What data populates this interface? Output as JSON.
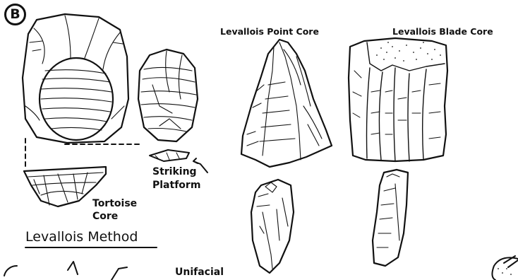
{
  "figure": {
    "panel_letter": "B",
    "labels": {
      "point_core": "Levallois Point Core",
      "blade_core": "Levallois Blade Core",
      "striking": "Striking",
      "platform": "Platform",
      "tortoise": "Tortoise",
      "core": "Core",
      "method": "Levallois Method",
      "unifacial": "Unifacial"
    }
  }
}
